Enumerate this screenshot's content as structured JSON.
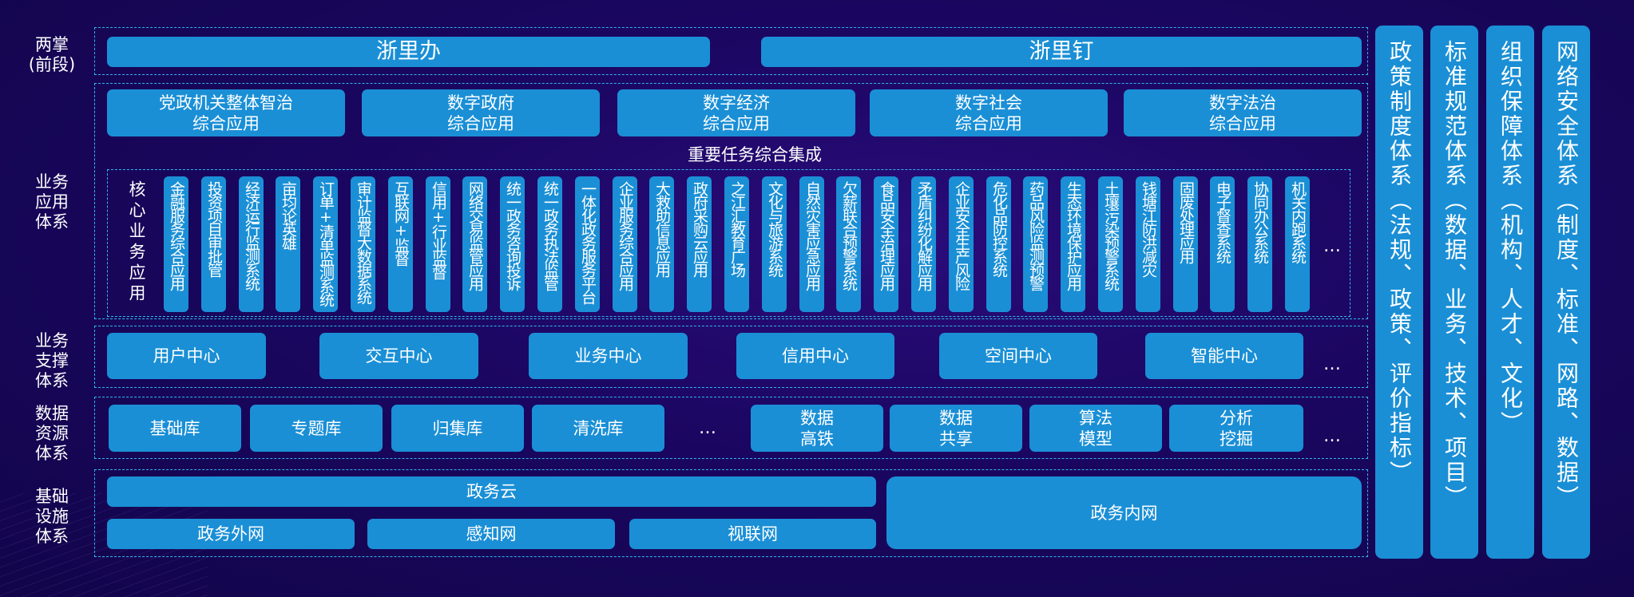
{
  "layer_labels": {
    "frontend": [
      "两掌",
      "(前段)"
    ],
    "business_app": [
      "业务",
      "应用",
      "体系"
    ],
    "business_support": [
      "业务",
      "支撑",
      "体系"
    ],
    "data_resource": [
      "数据",
      "资源",
      "体系"
    ],
    "infrastructure": [
      "基础",
      "设施",
      "体系"
    ]
  },
  "frontend": {
    "left": "浙里办",
    "right": "浙里钉"
  },
  "business_apps_top": [
    [
      "党政机关整体智治",
      "综合应用"
    ],
    [
      "数字政府",
      "综合应用"
    ],
    [
      "数字经济",
      "综合应用"
    ],
    [
      "数字社会",
      "综合应用"
    ],
    [
      "数字法治",
      "综合应用"
    ]
  ],
  "integration_title": "重要任务综合集成",
  "core_label": "核心业务应用",
  "core_apps": [
    "金融服务综合应用",
    "投资项目审批管",
    "经济运行监测系统",
    "亩均论英雄",
    "订单+清单监测系统",
    "审计监督大数据系统",
    "互联网+监督",
    "信用+行业监督",
    "网络交易监管应用",
    "统一政务咨询投诉",
    "统一政务执法监管",
    "一体化政务服务平台",
    "企业服务综合应用",
    "大救助信息应用",
    "政府采购云应用",
    "之江汇教育广场",
    "文化与旅游系统",
    "自然灾害应急应用",
    "欠薪联合预警系统",
    "食品安全治理应用",
    "矛盾纠纷化解应用",
    "企业安全生产风险",
    "危化品防控系统",
    "药品风险监测预警",
    "生态环境保护应用",
    "土壤污染预警系统",
    "钱塘江防洪减灾",
    "固废处理应用",
    "电子督查系统",
    "协同办公系统",
    "机关内跑系统"
  ],
  "support_centers": [
    "用户中心",
    "交互中心",
    "业务中心",
    "信用中心",
    "空间中心",
    "智能中心"
  ],
  "data_resources": {
    "libraries": [
      "基础库",
      "专题库",
      "归集库",
      "清洗库"
    ],
    "services": [
      [
        "数据",
        "高铁"
      ],
      [
        "数据",
        "共享"
      ],
      [
        "算法",
        "模型"
      ],
      [
        "分析",
        "挖掘"
      ]
    ]
  },
  "infrastructure": {
    "cloud": "政务云",
    "networks": [
      "政务外网",
      "感知网",
      "视联网"
    ],
    "intranet": "政务内网"
  },
  "ellipsis": "…",
  "right_columns": [
    "政策制度体系（法规、政策、评价指标）",
    "标准规范体系（数据、业务、技术、项目）",
    "组织保障体系（机构、人才、文化）",
    "网络安全体系（制度、标准、网路、数据）"
  ],
  "colors": {
    "background": "#1a0660",
    "box": "#1a8fd6",
    "dashed_border": "#2fb6ee"
  }
}
